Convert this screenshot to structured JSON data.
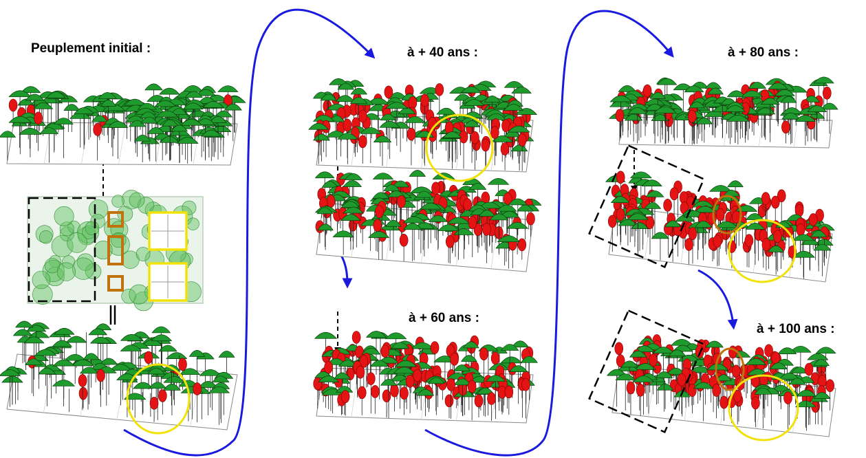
{
  "labels": {
    "initial": "Peuplement initial :",
    "y40": "à + 40 ans :",
    "y60": "à + 60 ans :",
    "y80": "à + 80 ans :",
    "y100": "à + 100 ans :"
  },
  "colors": {
    "crown_green": "#1f9a2c",
    "crown_red": "#e41414",
    "flow_arrow": "#1a1adf",
    "gap_circle": "#f2e20a",
    "small_gap": "#c0720c",
    "dash": "#000000"
  }
}
